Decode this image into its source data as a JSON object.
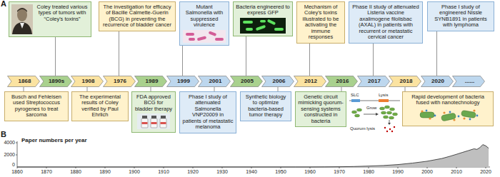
{
  "diagram": {
    "nodes": [
      {
        "text": [
          "Coley treated various types of tumors with “Coley's toxins”"
        ]
      },
      {
        "text": [
          "The investigation for efficacy of Bacille Calmette-Guerin (BCG) in preventing the recurrence of bladder cancer"
        ]
      },
      {
        "text": [
          "Mutant Salmonella with suppressed virulence"
        ]
      },
      {
        "text": [
          "Bacteria engineered to express GFP"
        ]
      },
      {
        "text": [
          "Mechanism of Coley's toxins illustrated to be activating the immune responses"
        ]
      },
      {
        "text": [
          "Phase II study of attenuated Listeria vaccine axalimogene filolisbac (AXAL) in patients with recurrent or metastatic cervical cancer"
        ]
      },
      {
        "text": [
          "Phase I study of engineered Nissle SYNB1891 in patients with lymphoma"
        ]
      },
      {
        "text": [
          "1868"
        ]
      },
      {
        "text": [
          "1890s"
        ]
      },
      {
        "text": [
          "1908"
        ]
      },
      {
        "text": [
          "1976"
        ]
      },
      {
        "text": [
          "1989"
        ]
      },
      {
        "text": [
          "1999"
        ]
      },
      {
        "text": [
          "2001"
        ]
      },
      {
        "text": [
          "2005"
        ]
      },
      {
        "text": [
          "2006"
        ]
      },
      {
        "text": [
          "2012"
        ]
      },
      {
        "text": [
          "2016"
        ]
      },
      {
        "text": [
          "2017"
        ]
      },
      {
        "text": [
          "2018"
        ]
      },
      {
        "text": [
          "2020"
        ]
      },
      {
        "text": [
          "......"
        ]
      },
      {
        "text": [
          "Busch and Fehleisen used Streptococcus pyrogenes to treat sarcoma"
        ]
      },
      {
        "text": [
          "The experimental results of Coley verified by Paul Ehrlich"
        ]
      },
      {
        "text": [
          "FDA approved BCG for bladder therapy"
        ]
      },
      {
        "text": [
          "Phase I study of attenuated Salmonella VNP20009 in patients of metastatic melanoma"
        ]
      },
      {
        "text": [
          "Synthetic biology to optimize bacteria-based tumor therapy"
        ]
      },
      {
        "text": [
          "Genetic circuit mimicking quorum-sensing systems constructed in bacteria"
        ]
      },
      {
        "text": [
          "Rapid development of bacteria fused with nanotechnology"
        ]
      }
    ],
    "edges": [
      {
        "from": 0,
        "to": 8,
        "arrow": "none"
      },
      {
        "from": 1,
        "to": 10,
        "arrow": "none"
      },
      {
        "from": 2,
        "to": 12,
        "arrow": "none"
      },
      {
        "from": 3,
        "to": 14,
        "arrow": "none"
      },
      {
        "from": 4,
        "to": 16,
        "arrow": "none"
      },
      {
        "from": 5,
        "to": 18,
        "arrow": "none"
      },
      {
        "from": 6,
        "to": 20,
        "arrow": "none"
      },
      {
        "from": 22,
        "to": 7,
        "arrow": "none"
      },
      {
        "from": 23,
        "to": 9,
        "arrow": "none"
      },
      {
        "from": 24,
        "to": 11,
        "arrow": "none"
      },
      {
        "from": 25,
        "to": 13,
        "arrow": "none"
      },
      {
        "from": 26,
        "to": 15,
        "arrow": "none"
      },
      {
        "from": 27,
        "to": 17,
        "arrow": "none"
      },
      {
        "from": 28,
        "to": 19,
        "arrow": "none"
      }
    ],
    "labels": [
      "A",
      "SLC",
      "Lysis",
      "Grow",
      "Quorum lysis",
      "B",
      "Paper numbers per year",
      "4000",
      "2000",
      "0",
      "1860",
      "1870",
      "1880",
      "1890",
      "1900",
      "1910",
      "1920",
      "1930",
      "1940",
      "1950",
      "1960",
      "1970",
      "1980",
      "1990",
      "2000",
      "2010",
      "2020"
    ]
  }
}
